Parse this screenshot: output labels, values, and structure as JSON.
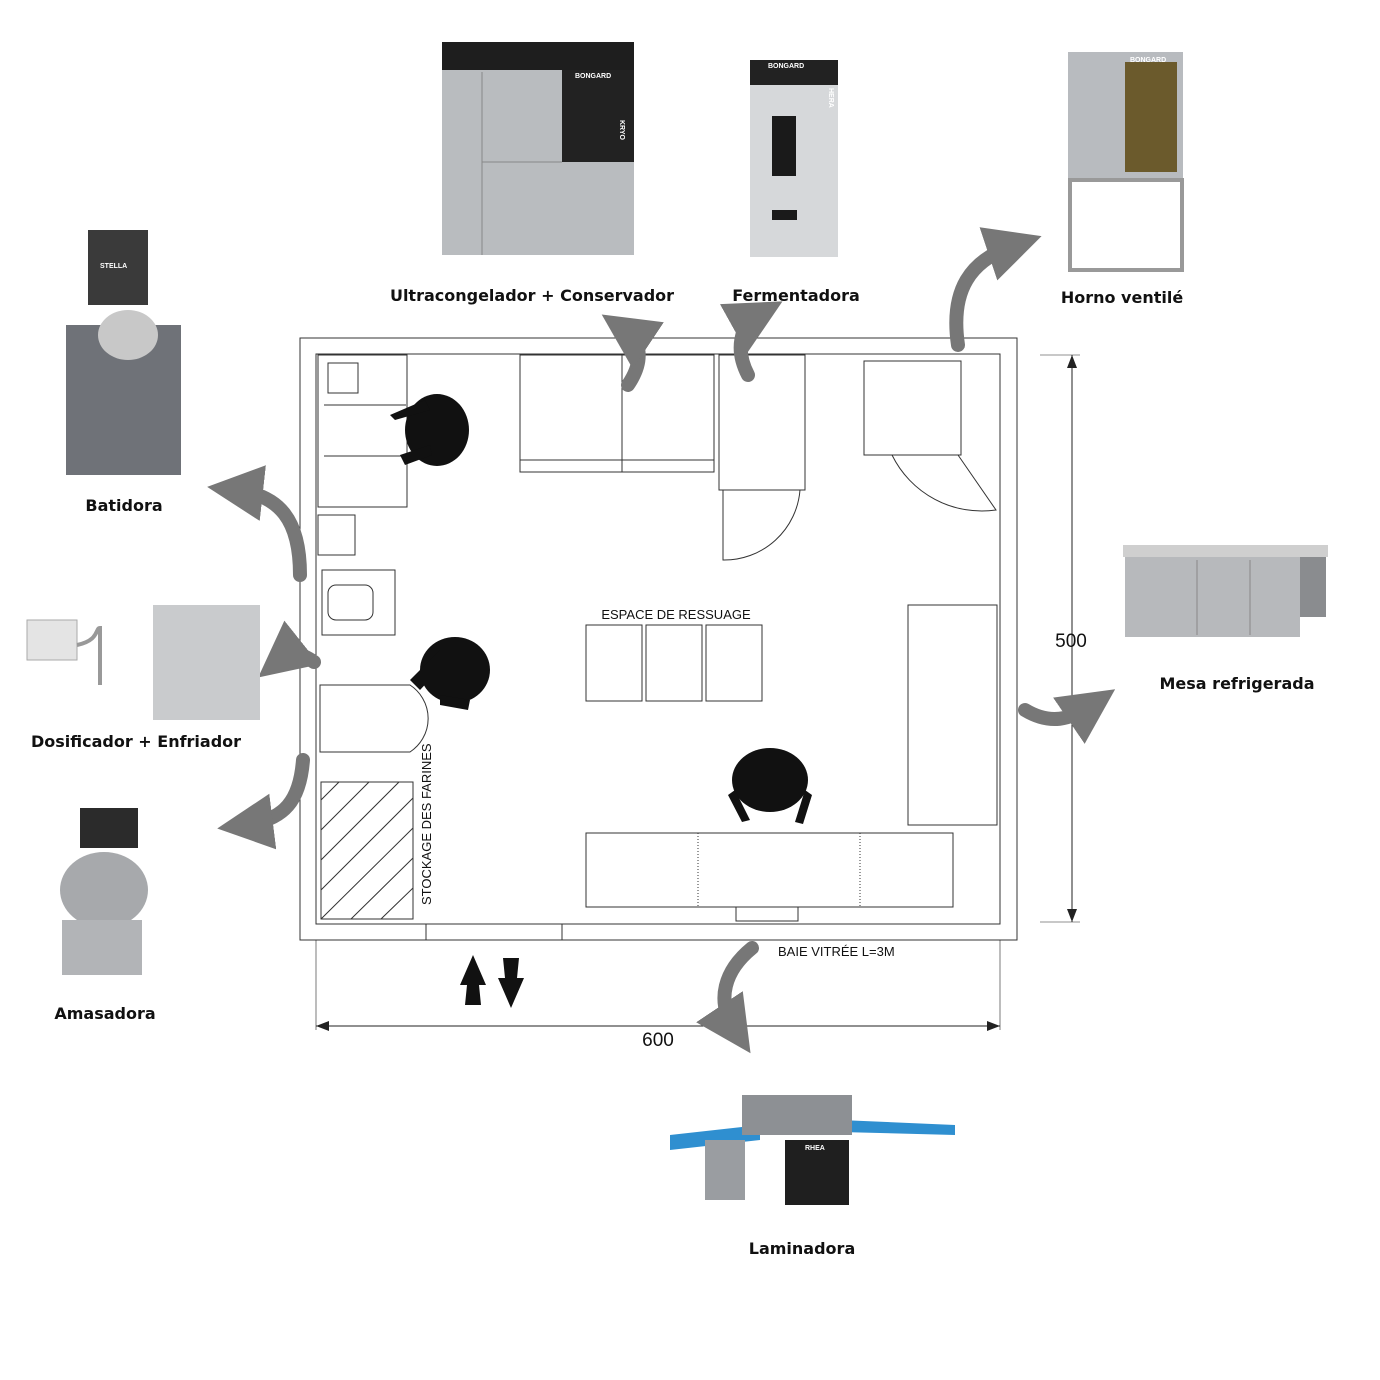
{
  "equipment": [
    {
      "id": "ultracongelador",
      "label": "Ultracongelador + Conservador"
    },
    {
      "id": "fermentadora",
      "label": "Fermentadora"
    },
    {
      "id": "horno",
      "label": "Horno ventilé"
    },
    {
      "id": "batidora",
      "label": "Batidora"
    },
    {
      "id": "mesa",
      "label": "Mesa refrigerada"
    },
    {
      "id": "dosificador",
      "label": "Dosificador + Enfriador"
    },
    {
      "id": "amasadora",
      "label": "Amasadora"
    },
    {
      "id": "laminadora",
      "label": "Laminadora"
    }
  ],
  "plan": {
    "zone_ressuage": "ESPACE DE RESSUAGE",
    "zone_farines": "STOCKAGE DES FARINES",
    "baie": "BAIE VITRÉE L=3M",
    "dim_height": "500",
    "dim_width": "600"
  },
  "brand_markings": {
    "bongard": "BONGARD",
    "kryo": "KRYO",
    "hera": "HERA",
    "rhea": "RHEA",
    "stella": "STELLA"
  },
  "colors": {
    "arrow": "#777777",
    "steel": "#b9bcbf",
    "dark": "#1e1e1e",
    "belt": "#2f8fd0"
  }
}
